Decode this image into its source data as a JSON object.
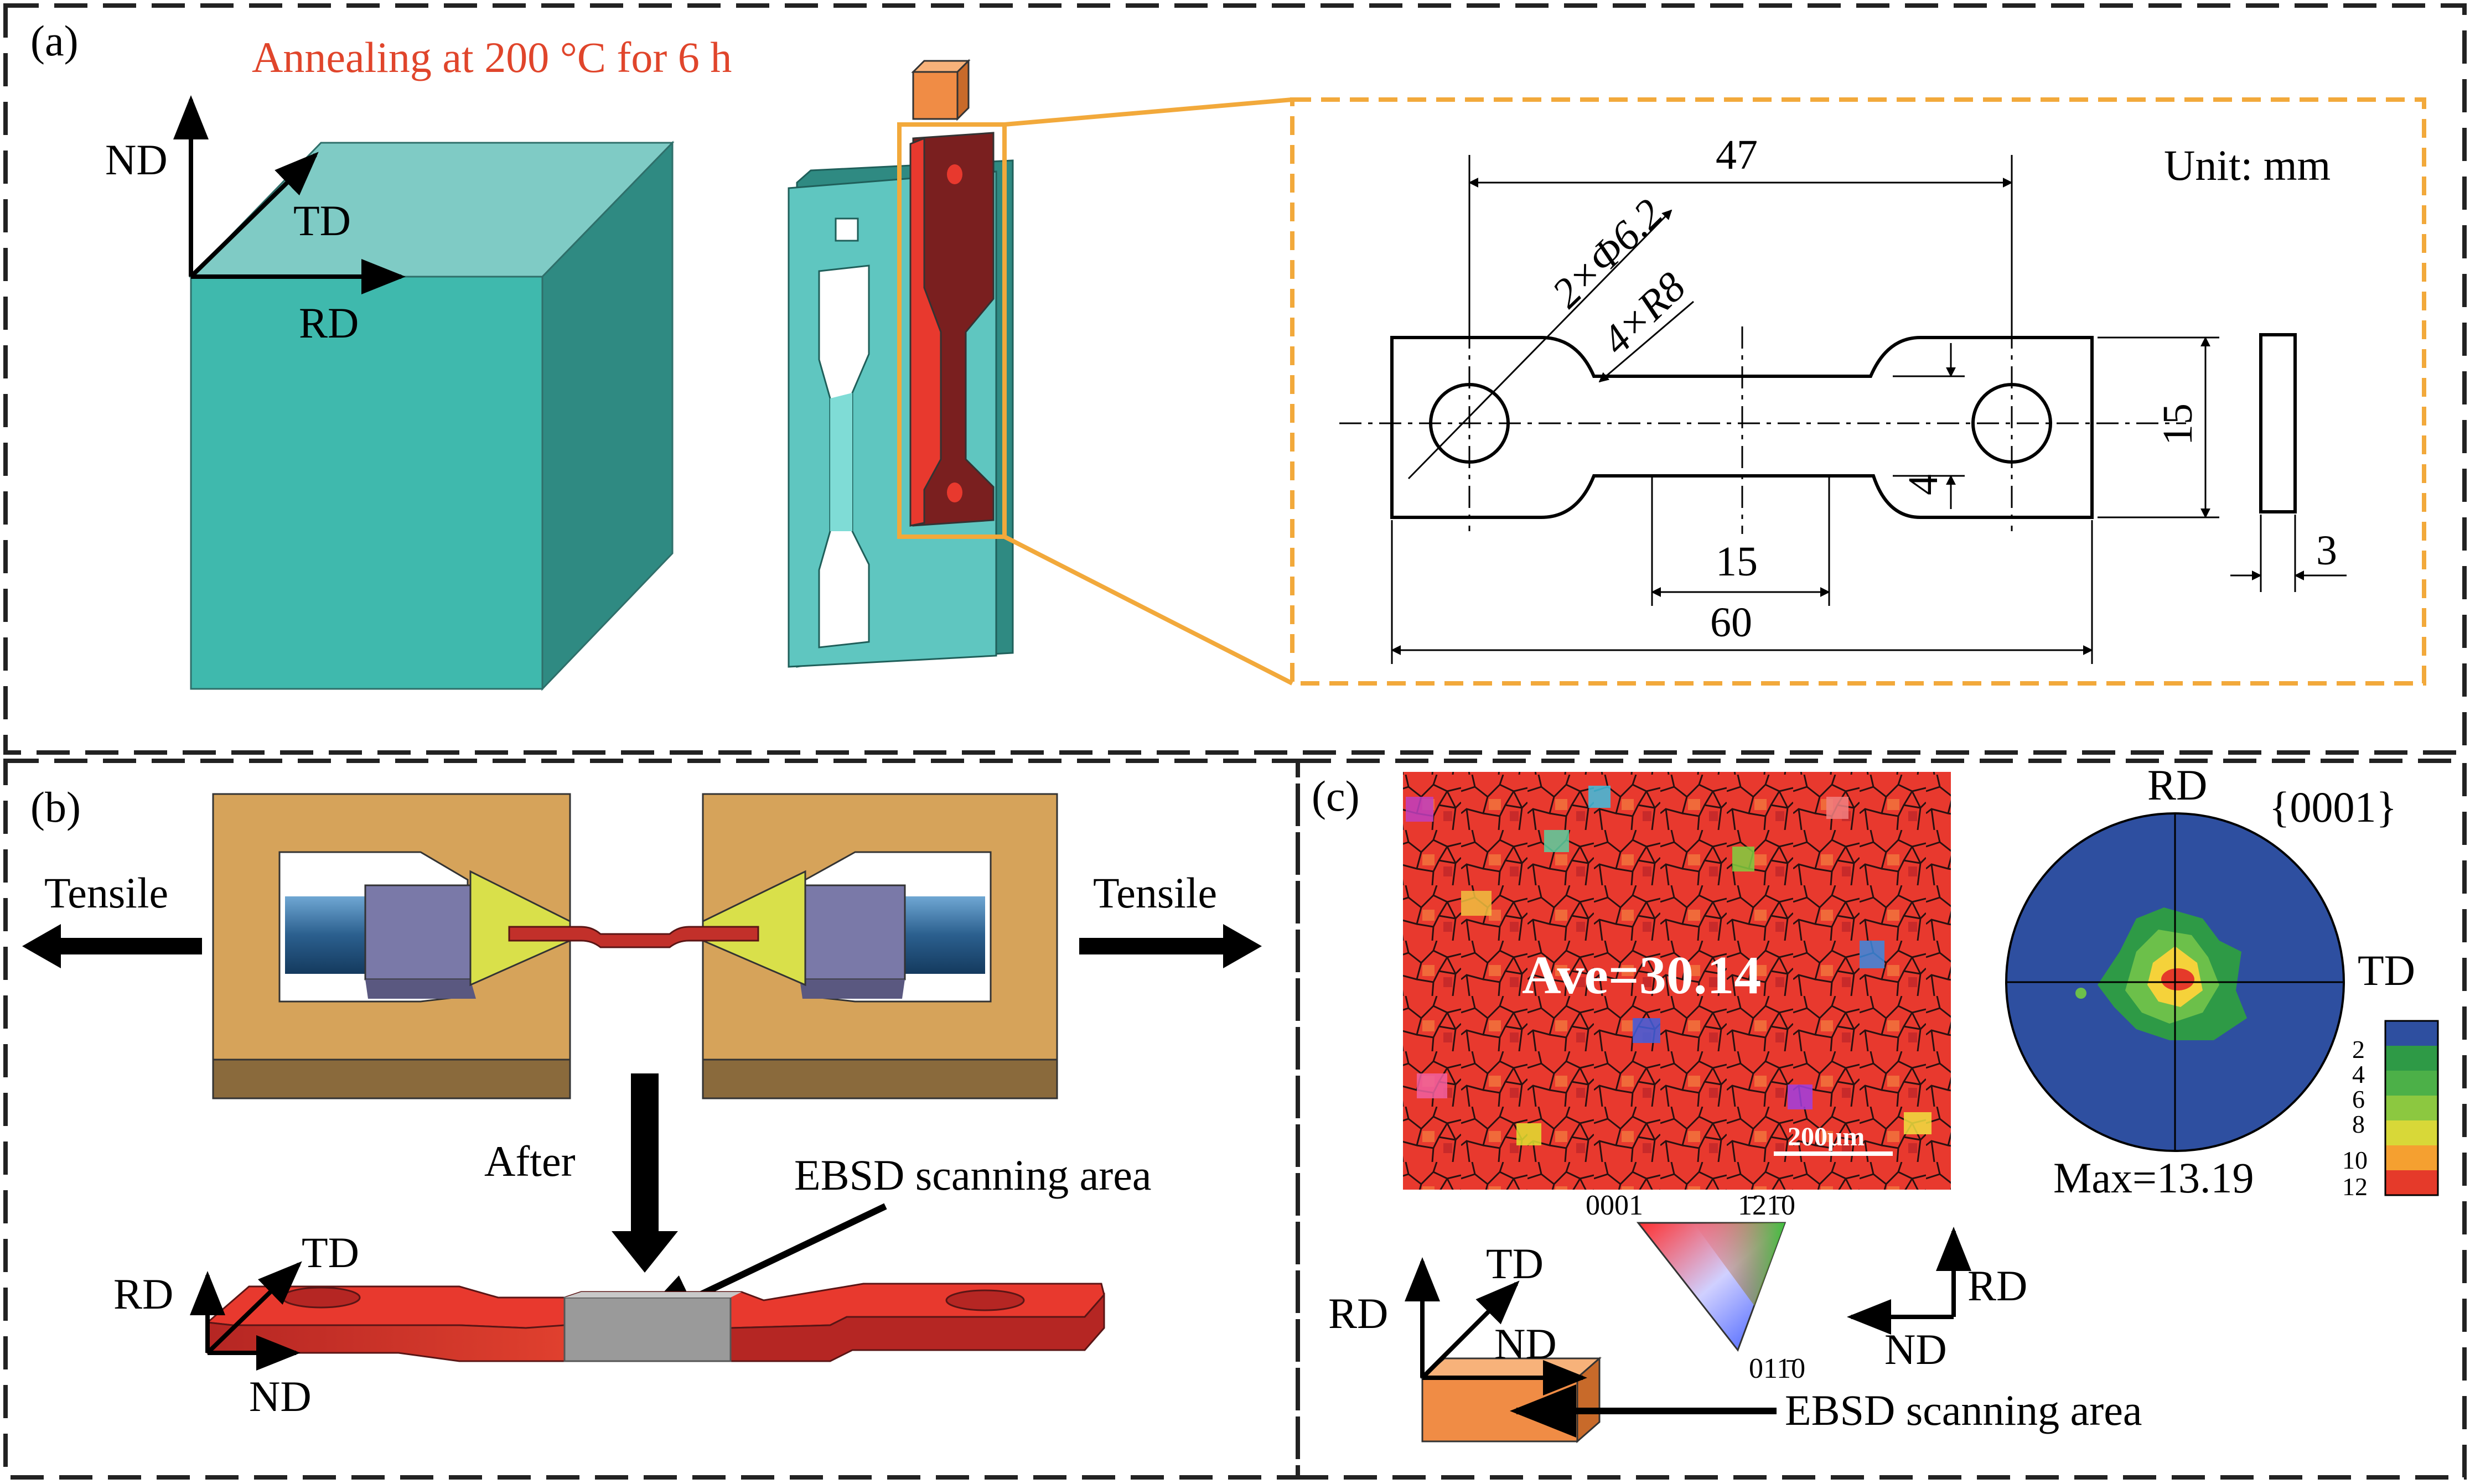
{
  "panels": {
    "a": {
      "label": "(a)",
      "annealing": "Annealing at 200 °C for 6 h",
      "axes": {
        "nd": "ND",
        "td": "TD",
        "rd": "RD"
      },
      "unit": "Unit: mm",
      "dims": {
        "length_47": "47",
        "holes": "2×Φ6.2",
        "radius": "4×R8",
        "width_15": "15",
        "gauge_4": "4",
        "gauge_len_15": "15",
        "total_60": "60",
        "thick_3": "3"
      }
    },
    "b": {
      "label": "(b)",
      "tensile_left": "Tensile",
      "tensile_right": "Tensile",
      "after": "After",
      "ebsd": "EBSD scanning area",
      "axes": {
        "rd": "RD",
        "td": "TD",
        "nd": "ND"
      }
    },
    "c": {
      "label": "(c)",
      "ave": "Ave=30.14",
      "scale": "200μm",
      "pf_rd": "RD",
      "pf_plane": "{0001}",
      "pf_td": "TD",
      "pf_max": "Max=13.19",
      "legend": [
        "2",
        "4",
        "6",
        "8",
        "10",
        "12"
      ],
      "ipf_0001": "0001",
      "ipf_1210": "1̄21̄0",
      "ipf_0110": "011̄0",
      "axes_left": {
        "rd": "RD",
        "td": "TD",
        "nd": "ND"
      },
      "axes_right": {
        "rd": "RD",
        "nd": "ND"
      },
      "ebsd": "EBSD scanning area"
    }
  },
  "colors": {
    "teal": "#3fb9ad",
    "teal_dark": "#2f8a82",
    "teal_light": "#7fcbc5",
    "orange_frame": "#f2a93b",
    "sample_red": "#d9372f",
    "sample_dark": "#7a1f1f",
    "fixture": "#d6a35a",
    "fixture_dark": "#8a6a3c",
    "block_orange": "#f08c45",
    "annealing_red": "#e0452b"
  }
}
